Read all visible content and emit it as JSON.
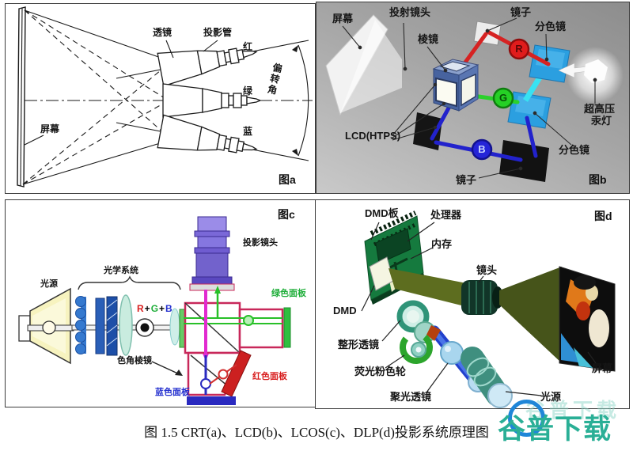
{
  "caption": "图 1.5 CRT(a)、LCD(b)、LCOS(c)、DLP(d)投影系统原理图",
  "watermark": {
    "text": "谷普下载",
    "ghost_text": "谷普下载",
    "dots": "···",
    "text_color": "#2aaf96",
    "circle_color": "#1f86d8"
  },
  "panel_a": {
    "tag": "图a",
    "labels": {
      "screen": "屏幕",
      "lens": "透镜",
      "projection_tube": "投影管",
      "red": "红",
      "green": "绿",
      "blue": "蓝",
      "deflection_angle": "偏转角"
    }
  },
  "panel_b": {
    "tag": "图b",
    "labels": {
      "screen": "屏幕",
      "projection_lens": "投射镜头",
      "prism": "棱镜",
      "mirror_top": "镜子",
      "dichroic_top": "分色镜",
      "lamp_line1": "超高压",
      "lamp_line2": "汞灯",
      "lcd": "LCD(HTPS)",
      "dichroic_bottom": "分色镜",
      "mirror_bottom": "镜子",
      "r": "R",
      "g": "G",
      "b": "B"
    }
  },
  "panel_c": {
    "tag": "图c",
    "labels": {
      "light_source": "光源",
      "optical_system": "光学系统",
      "rgb_r": "R",
      "rgb_plus1": "+",
      "rgb_g": "G",
      "rgb_plus2": "+",
      "rgb_b": "B",
      "color_prism": "色角棱镜",
      "projection_lens": "投影镜头",
      "green_panel": "绿色面板",
      "red_panel": "红色面板",
      "blue_panel": "蓝色面板"
    },
    "colors": {
      "green_panel": "#1fae3a",
      "red_panel": "#d81e1e",
      "blue_panel": "#2430cf"
    }
  },
  "panel_d": {
    "tag": "图d",
    "labels": {
      "dmd_board": "DMD板",
      "processor": "处理器",
      "memory": "内存",
      "lens": "镜头",
      "dmd": "DMD",
      "shaping_lens": "整形透镜",
      "phosphor_wheel": "荧光粉色轮",
      "condenser_lens": "聚光透镜",
      "light_source": "光源",
      "screen": "屏幕"
    }
  }
}
